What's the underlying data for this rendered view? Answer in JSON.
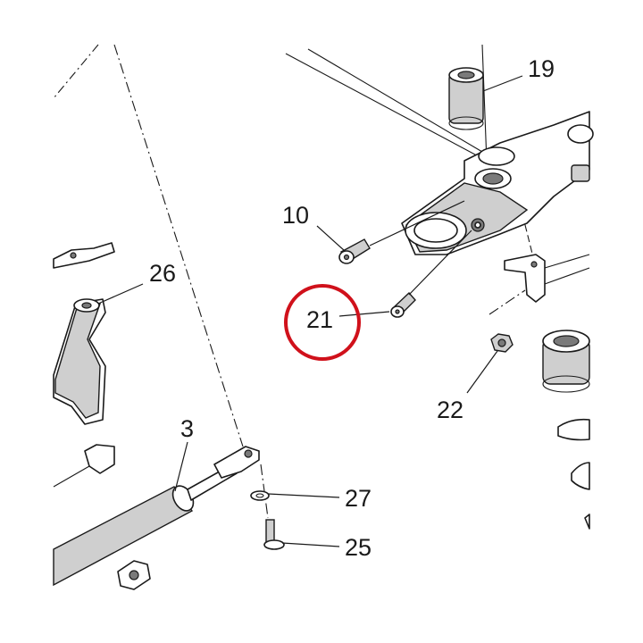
{
  "diagram": {
    "parts": [
      {
        "id": "p19",
        "number": "19"
      },
      {
        "id": "p10",
        "number": "10"
      },
      {
        "id": "p26",
        "number": "26"
      },
      {
        "id": "p21",
        "number": "21",
        "highlighted": true
      },
      {
        "id": "p22",
        "number": "22"
      },
      {
        "id": "p3",
        "number": "3"
      },
      {
        "id": "p27",
        "number": "27"
      },
      {
        "id": "p25",
        "number": "25"
      }
    ],
    "highlight_color": "#d0111b"
  }
}
